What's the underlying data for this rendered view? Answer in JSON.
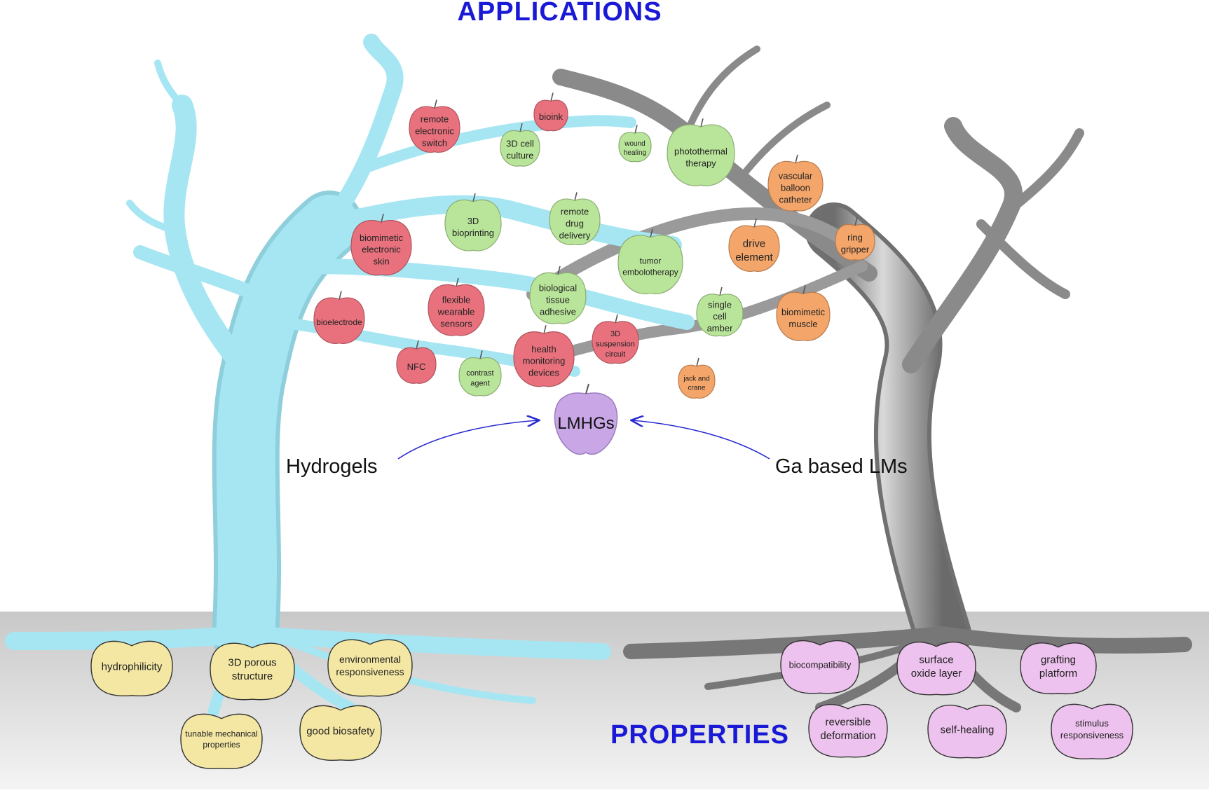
{
  "titles": {
    "applications": "APPLICATIONS",
    "properties": "PROPERTIES"
  },
  "center": {
    "label": "LMHGs",
    "color": "#c9a6e6"
  },
  "trees": {
    "left": {
      "label": "Hydrogels",
      "color": "#a6e6f2"
    },
    "right": {
      "label": "Ga based LMs",
      "color": "#8f8f8f"
    }
  },
  "colors": {
    "red": "#e8717d",
    "green": "#b9e59a",
    "orange": "#f3a56a",
    "yellow": "#f4e7a3",
    "pink": "#eec2ee",
    "arrow": "#2a2ad0"
  },
  "applications": [
    {
      "lines": [
        "remote",
        "electronic",
        "switch"
      ],
      "color": "red"
    },
    {
      "lines": [
        "bioink"
      ],
      "color": "red"
    },
    {
      "lines": [
        "3D cell",
        "culture"
      ],
      "color": "green"
    },
    {
      "lines": [
        "wound",
        "healing"
      ],
      "color": "green"
    },
    {
      "lines": [
        "photothermal",
        "therapy"
      ],
      "color": "green"
    },
    {
      "lines": [
        "vascular",
        "balloon",
        "catheter"
      ],
      "color": "orange"
    },
    {
      "lines": [
        "3D",
        "bioprinting"
      ],
      "color": "green"
    },
    {
      "lines": [
        "remote",
        "drug",
        "delivery"
      ],
      "color": "green"
    },
    {
      "lines": [
        "biomimetic",
        "electronic",
        "skin"
      ],
      "color": "red"
    },
    {
      "lines": [
        "tumor",
        "embolotherapy"
      ],
      "color": "green"
    },
    {
      "lines": [
        "drive",
        "element"
      ],
      "color": "orange"
    },
    {
      "lines": [
        "ring",
        "gripper"
      ],
      "color": "orange"
    },
    {
      "lines": [
        "flexible",
        "wearable",
        "sensors"
      ],
      "color": "red"
    },
    {
      "lines": [
        "biological",
        "tissue",
        "adhesive"
      ],
      "color": "green"
    },
    {
      "lines": [
        "single",
        "cell",
        "amber"
      ],
      "color": "green"
    },
    {
      "lines": [
        "biomimetic",
        "muscle"
      ],
      "color": "orange"
    },
    {
      "lines": [
        "bioelectrode"
      ],
      "color": "red"
    },
    {
      "lines": [
        "health",
        "monitoring",
        "devices"
      ],
      "color": "red"
    },
    {
      "lines": [
        "3D",
        "suspension",
        "circuit"
      ],
      "color": "red"
    },
    {
      "lines": [
        "NFC"
      ],
      "color": "red"
    },
    {
      "lines": [
        "contrast",
        "agent"
      ],
      "color": "green"
    },
    {
      "lines": [
        "jack and",
        "crane"
      ],
      "color": "orange"
    }
  ],
  "properties": [
    {
      "lines": [
        "hydrophilicity"
      ],
      "color": "yellow"
    },
    {
      "lines": [
        "3D porous",
        "structure"
      ],
      "color": "yellow"
    },
    {
      "lines": [
        "environmental",
        "responsiveness"
      ],
      "color": "yellow"
    },
    {
      "lines": [
        "tunable mechanical",
        "properties"
      ],
      "color": "yellow"
    },
    {
      "lines": [
        "good biosafety"
      ],
      "color": "yellow"
    },
    {
      "lines": [
        "biocompatibility"
      ],
      "color": "pink"
    },
    {
      "lines": [
        "surface",
        "oxide layer"
      ],
      "color": "pink"
    },
    {
      "lines": [
        "grafting",
        "platform"
      ],
      "color": "pink"
    },
    {
      "lines": [
        "reversible",
        "deformation"
      ],
      "color": "pink"
    },
    {
      "lines": [
        "self-healing"
      ],
      "color": "pink"
    },
    {
      "lines": [
        "stimulus",
        "responsiveness"
      ],
      "color": "pink"
    }
  ]
}
